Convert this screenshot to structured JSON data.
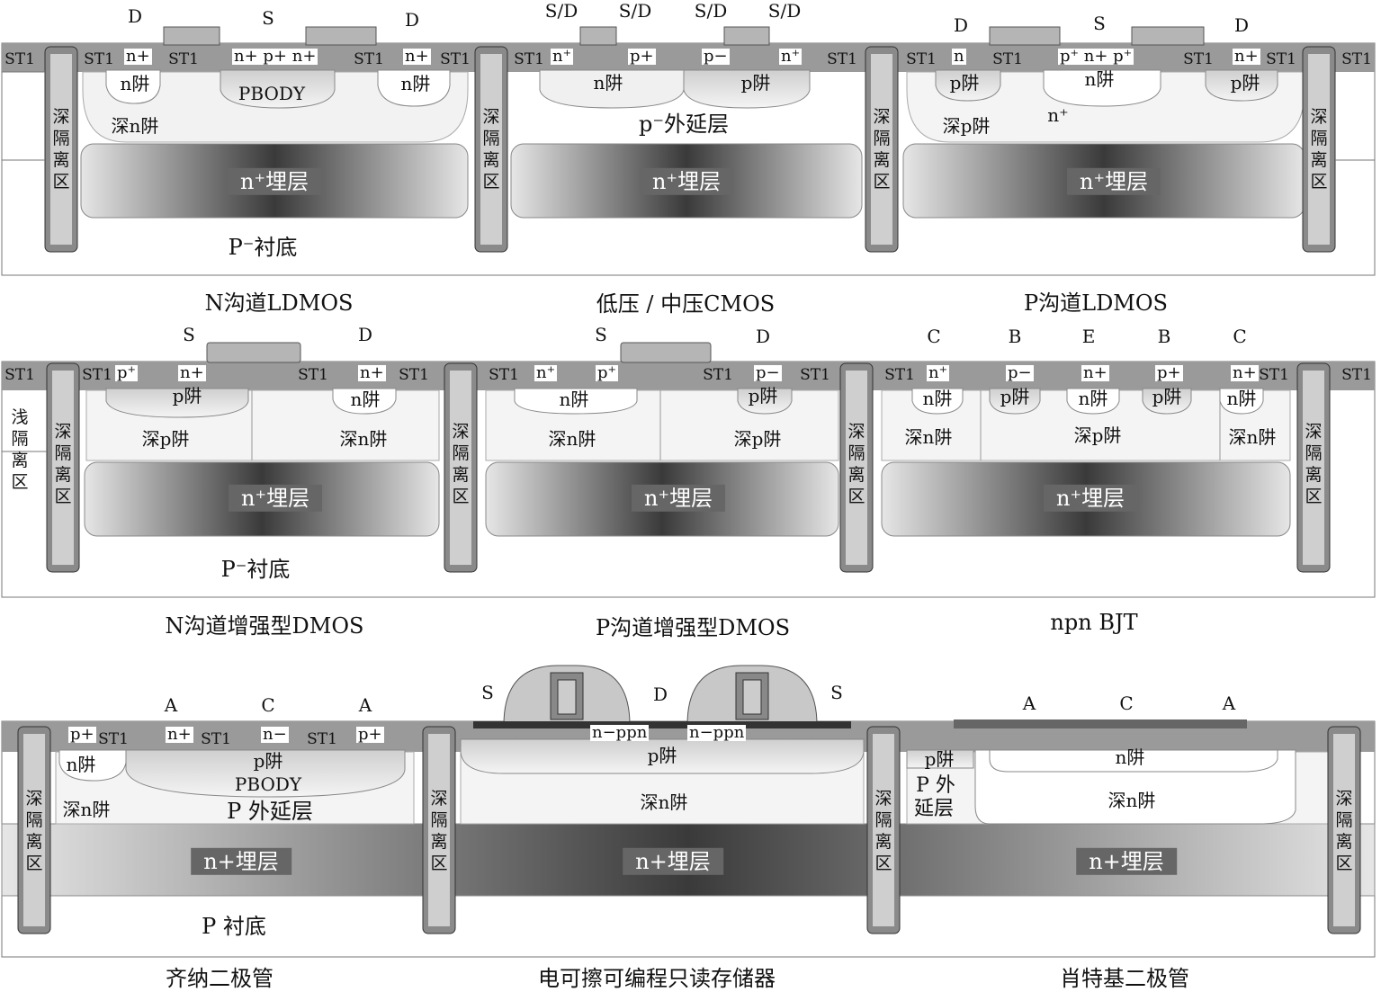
{
  "rows": [
    {
      "devices": [
        {
          "caption": "N沟道LDMOS",
          "terminals": [
            "D",
            "S",
            "D"
          ],
          "regions": [
            "n+",
            "n+ p+ n+",
            "n+",
            "n阱",
            "PBODY",
            "n阱",
            "深n阱"
          ],
          "buried": "n⁺埋层",
          "substrate": "P⁻衬底"
        },
        {
          "caption": "低压 / 中压CMOS",
          "terminals": [
            "S/D",
            "S/D",
            "S/D",
            "S/D"
          ],
          "regions": [
            "n⁺",
            "p+",
            "p−",
            "n⁺",
            "n阱",
            "p阱",
            "p⁻外延层"
          ],
          "buried": "n⁺埋层"
        },
        {
          "caption": "P沟道LDMOS",
          "terminals": [
            "D",
            "S",
            "D"
          ],
          "regions": [
            "n",
            "p⁺ n+ p⁺",
            "n+",
            "p阱",
            "n阱",
            "p阱",
            "深p阱",
            "n⁺"
          ],
          "buried": "n⁺埋层"
        }
      ]
    },
    {
      "devices": [
        {
          "caption": "N沟道增强型DMOS",
          "terminals": [
            "S",
            "D"
          ],
          "regions": [
            "p⁺",
            "n+",
            "n+",
            "p阱",
            "n阱",
            "深p阱",
            "深n阱"
          ],
          "buried": "n⁺埋层",
          "substrate": "P⁻衬底",
          "extra": "浅隔离区"
        },
        {
          "caption": "P沟道增强型DMOS",
          "terminals": [
            "S",
            "D"
          ],
          "regions": [
            "n⁺",
            "p⁺",
            "p−",
            "n阱",
            "p阱",
            "深n阱",
            "深p阱"
          ],
          "buried": "n⁺埋层"
        },
        {
          "caption": "npn BJT",
          "terminals": [
            "C",
            "B",
            "E",
            "B",
            "C"
          ],
          "regions": [
            "n⁺",
            "p−",
            "n+",
            "p+",
            "n+",
            "n阱",
            "p阱",
            "n阱",
            "p阱",
            "n阱",
            "深n阱",
            "深p阱",
            "深n阱"
          ],
          "buried": "n⁺埋层"
        }
      ]
    },
    {
      "devices": [
        {
          "caption": "齐纳二极管",
          "terminals": [
            "A",
            "C",
            "A"
          ],
          "regions": [
            "p+",
            "n+",
            "n−",
            "p+",
            "n阱",
            "p阱",
            "PBODY",
            "深n阱",
            "P 外延层"
          ],
          "buried": "n+埋层",
          "substrate": "P 衬底"
        },
        {
          "caption": "电可擦可编程只读存储器",
          "terminals": [
            "S",
            "D",
            "S"
          ],
          "regions": [
            "n−ppn",
            "n−ppn",
            "p阱",
            "深n阱"
          ],
          "buried": "n+埋层"
        },
        {
          "caption": "肖特基二极管",
          "terminals": [
            "A",
            "C",
            "A"
          ],
          "regions": [
            "p阱",
            "n阱",
            "P 外",
            "延层",
            "深n阱"
          ],
          "buried": "n+埋层"
        }
      ]
    }
  ],
  "common": {
    "st": "ST1",
    "isolation": [
      "深",
      "隔",
      "离",
      "区"
    ]
  }
}
